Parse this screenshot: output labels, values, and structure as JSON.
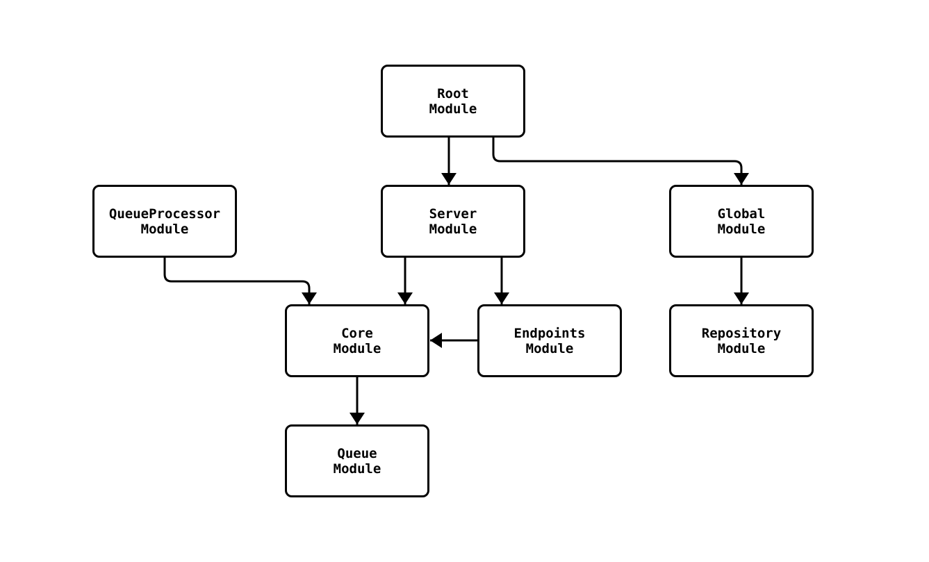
{
  "diagram_type": "module-dependency-graph",
  "colors": {
    "background": "#ffffff",
    "node_fill": "#ffffff",
    "node_border": "#000000",
    "edge_line": "#000000",
    "text": "#000000"
  },
  "nodes": {
    "root": {
      "label": "Root\nModule"
    },
    "server": {
      "label": "Server\nModule"
    },
    "queue_processor": {
      "label": "QueueProcessor\nModule"
    },
    "global": {
      "label": "Global\nModule"
    },
    "core": {
      "label": "Core\nModule"
    },
    "endpoints": {
      "label": "Endpoints\nModule"
    },
    "repository": {
      "label": "Repository\nModule"
    },
    "queue": {
      "label": "Queue\nModule"
    }
  },
  "edges": [
    {
      "from": "Root Module",
      "to": "Server Module"
    },
    {
      "from": "Root Module",
      "to": "Global Module"
    },
    {
      "from": "QueueProcessor Module",
      "to": "Core Module"
    },
    {
      "from": "Server Module",
      "to": "Core Module"
    },
    {
      "from": "Server Module",
      "to": "Endpoints Module"
    },
    {
      "from": "Endpoints Module",
      "to": "Core Module"
    },
    {
      "from": "Global Module",
      "to": "Repository Module"
    },
    {
      "from": "Core Module",
      "to": "Queue Module"
    }
  ]
}
